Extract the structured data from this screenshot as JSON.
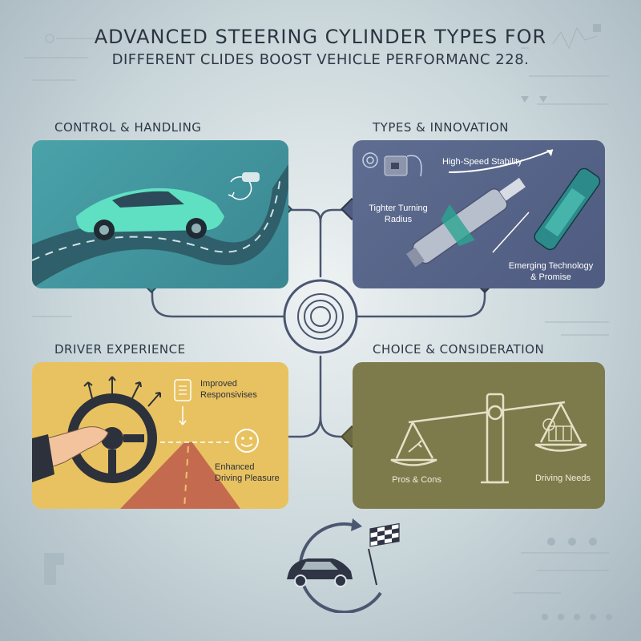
{
  "header": {
    "title_line1": "ADVANCED STEERING CYLINDER TYPES FOR",
    "title_line2": "DIFFERENT CLIDES BOOST VEHICLE PERFORMANC 228."
  },
  "sections": {
    "control": {
      "title": "CONTROL & HANDLING"
    },
    "types": {
      "title": "TYPES & INNOVATION",
      "label_stability": "High-Speed Stability",
      "label_turning_1": "Tighter Turning",
      "label_turning_2": "Radius",
      "label_emerging_1": "Emerging Technology",
      "label_emerging_2": "& Promise"
    },
    "driver": {
      "title": "DRIVER EXPERIENCE",
      "label_responsive_1": "Improved",
      "label_responsive_2": "Responsivises",
      "label_pleasure_1": "Enhanced",
      "label_pleasure_2": "Driving Pleasure"
    },
    "choice": {
      "title": "CHOICE & CONSIDERATION",
      "label_pros": "Pros & Cons",
      "label_needs": "Driving Needs"
    }
  },
  "colors": {
    "teal": "#4aa2a9",
    "slate": "#5e6d91",
    "mustard": "#e8c260",
    "olive": "#7d7a4c",
    "line": "#4b5670"
  }
}
